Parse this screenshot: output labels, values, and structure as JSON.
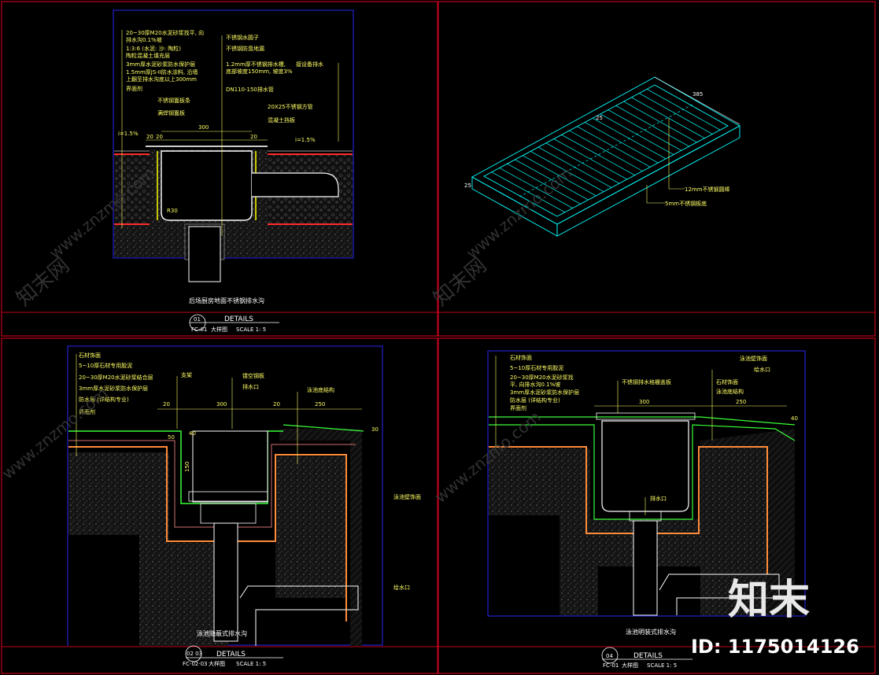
{
  "panel1": {
    "notes_left": [
      "20~30厚M20水泥砂浆找平, 向",
      "排水沟0.1%坡",
      "1:3:6 (水泥: 沙: 陶粒)",
      "陶粒混凝土填充层",
      "3mm厚水泥砂浆防水保护层",
      "1.5mm厚JS-II防水涂料, 沿墙",
      "上翻至排水沟底以上300mm",
      "界面剂"
    ],
    "notes_right": [
      "不锈钢水圆子",
      "不锈钢防臭地漏",
      "1.2mm厚不锈钢排水槽,",
      "底部坡度150mm, 坡度3%",
      "DN110-150排水管"
    ],
    "note_device": "接设备排水",
    "note_grate": "不锈钢篦板条",
    "note_angle": "满焊钢篦板",
    "note_tube": "20X25不锈钢方管",
    "note_concrete": "混凝土挡板",
    "dim_300": "300",
    "dim_20a": "20",
    "dim_20b": "20",
    "dim_20c": "20",
    "slope_left": "i=1.5%",
    "slope_right": "i=1.5%",
    "radius": "R30",
    "caption": "后场厨房地面不锈钢排水沟",
    "detail_no": "01",
    "detail_word": "DETAILS",
    "detail_code": "FC-01",
    "detail_type": "大样图",
    "detail_scale": "SCALE  1: 5"
  },
  "panel2": {
    "dim_385": "385",
    "dim_25": "25",
    "dim_25b": "25",
    "note_bar": "12mm不锈钢圆棒",
    "note_plate": "5mm不锈钢板底"
  },
  "panel3": {
    "notes": [
      "石材饰面",
      "5~10厚石材专用胶泥",
      "20~30厚M20水泥砂浆结合层",
      "3mm厚水泥砂浆防水保护层",
      "防水层 (详结构专业)",
      "界面剂"
    ],
    "note_support": "支架",
    "note_grate": "镂空钢板",
    "note_outlet": "排水口",
    "note_wall": "泳池底结构",
    "note_finish": "泳池壁饰面",
    "note_feed": "给水口",
    "dim_20a": "20",
    "dim_300": "300",
    "dim_20b": "20",
    "dim_250": "250",
    "dim_50": "50",
    "dim_30": "30",
    "dim_150": "150",
    "dim_40": "40",
    "caption": "泳池隐蔽式排水沟",
    "detail_no": "02 03",
    "detail_word": "DETAILS",
    "detail_code": "FC-02·03",
    "detail_type": "大样图",
    "detail_scale": "SCALE  1: 5"
  },
  "panel4": {
    "notes": [
      "石材饰面",
      "5~10厚石材专用胶泥",
      "20~30厚M20水泥砂浆找",
      "平, 向排水沟0.1%坡",
      "3mm厚水泥砂浆防水保护层",
      "防水层 (详结构专业)",
      "界面剂"
    ],
    "note_grate": "不锈钢排水格栅盖板",
    "note_finish": "泳池壁饰面",
    "note_feed": "给水口",
    "note_stone": "石材饰面",
    "note_wall": "泳池底结构",
    "note_outlet": "排水口",
    "dim_300": "300",
    "dim_250": "250",
    "dim_40": "40",
    "caption": "泳池明装式排水沟",
    "detail_no": "04",
    "detail_word": "DETAILS",
    "detail_code": "FC-01",
    "detail_type": "大样图",
    "detail_scale": "SCALE  1: 5"
  },
  "watermark": {
    "text": "www.znzmo.com",
    "cn": "知末网",
    "logo": "知末",
    "id": "ID: 1175014126"
  },
  "colors": {
    "frame": "#c0001a",
    "panel": "#2222cc",
    "note": "#ffff66",
    "concrete": "#1a1a1a",
    "waterproof": "#ff2a2a",
    "orange": "#ff8c3a",
    "green": "#39ff3a",
    "steel": "#00ffff"
  }
}
